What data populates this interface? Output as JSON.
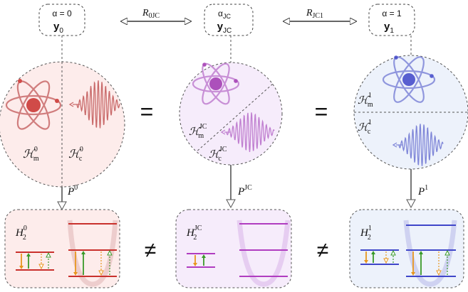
{
  "colors": {
    "red": "#c9302c",
    "magenta": "#b03cc0",
    "blue": "#3f46c9",
    "orange": "#e8961e",
    "green": "#3a9a2a",
    "grey": "#555555",
    "bg_red": "#fdeceb",
    "bg_magenta": "#f6ecfb",
    "bg_blue": "#edf2fb"
  },
  "top": {
    "left": {
      "alpha": "α = 0",
      "y": "y",
      "sub": "0"
    },
    "mid": {
      "alpha": "α",
      "alpha_sub": "JC",
      "y": "y",
      "sub": "JC"
    },
    "right": {
      "alpha": "α = 1",
      "y": "y",
      "sub": "1"
    }
  },
  "arrows": {
    "r_left": {
      "main": "R",
      "sub": "0JC"
    },
    "r_right": {
      "main": "R",
      "sub": "JC1"
    }
  },
  "circles": {
    "left": {
      "hm_sup": "0",
      "hc_sup": "0",
      "hsym": "ℋ",
      "hm_sub": "m",
      "hc_sub": "c"
    },
    "mid": {
      "hm_sup": "JC",
      "hc_sup": "JC",
      "hsym": "ℋ",
      "hm_sub": "m",
      "hc_sub": "c"
    },
    "right": {
      "hm_sup": "1",
      "hc_sup": "1",
      "hsym": "ℋ",
      "hm_sub": "m",
      "hc_sub": "c"
    }
  },
  "relations": {
    "eq": "=",
    "neq": "≠"
  },
  "projections": {
    "left": {
      "main": "P",
      "sup": "0"
    },
    "mid": {
      "main": "P",
      "sup": "JC"
    },
    "right": {
      "main": "P",
      "sup": "1"
    }
  },
  "hamiltonians": {
    "left": {
      "main": "H",
      "sub": "2",
      "sup": "0"
    },
    "mid": {
      "main": "H",
      "sub": "2",
      "sup": "JC"
    },
    "right": {
      "main": "H",
      "sub": "2",
      "sup": "1"
    }
  }
}
